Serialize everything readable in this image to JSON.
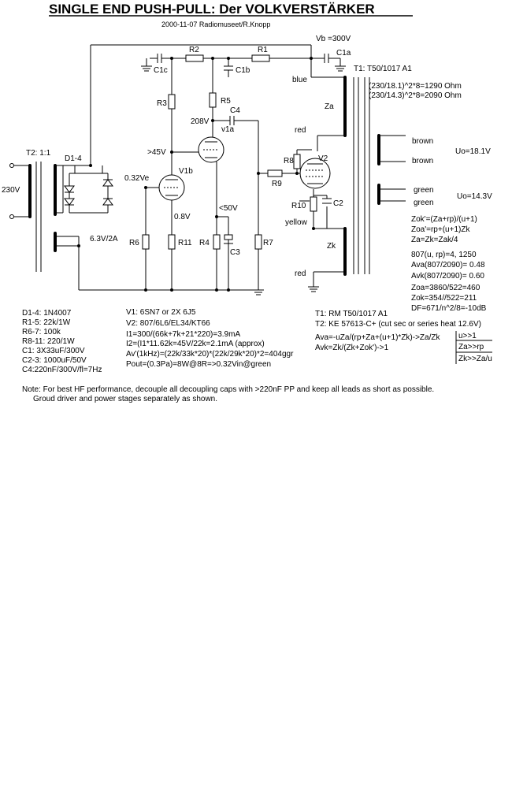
{
  "title": "SINGLE END PUSH-PULL: Der VOLKVERSTÄRKER",
  "subtitle": "2000-11-07 Radiomuseet/R.Knopp",
  "labels": {
    "vb": "Vb =300V",
    "c1a": "C1a",
    "t1": "T1: T50/1017 A1",
    "z1": "(230/18.1)^2*8=1290 Ohm",
    "z2": "(230/14.3)^2*8=2090 Ohm",
    "blue": "blue",
    "za": "Za",
    "red_top": "red",
    "brown1": "brown",
    "brown2": "brown",
    "uo1": "Uo=18.1V",
    "green1": "green",
    "green2": "green",
    "uo2": "Uo=14.3V",
    "yellow": "yellow",
    "zk": "Zk",
    "red_bot": "red",
    "r1": "R1",
    "r2": "R2",
    "c1c": "C1c",
    "c1b": "C1b",
    "r3": "R3",
    "r5": "R5",
    "c4": "C4",
    "v208": "208V",
    "v1a": "v1a",
    "v45": ">45V",
    "v1b": "V1b",
    "v032": "0.32Ve",
    "v08": "0.8V",
    "v50": "<50V",
    "r6": "R6",
    "r11": "R11",
    "r4": "R4",
    "c3": "C3",
    "r7": "R7",
    "r8": "R8",
    "v2": "V2",
    "r9": "R9",
    "r10": "R10",
    "c2": "C2",
    "t2": "T2: 1:1",
    "d14": "D1-4",
    "v230": "230V",
    "v63": "6.3V/2A"
  },
  "formulas": {
    "zoka": "Zok'=(Za+rp)/(u+1)",
    "zoa": "Zoa'=rp+(u+1)Zk",
    "za_eq": "Za=Zk=Zak/4",
    "f807": "807(u, rp)=4, 1250",
    "ava": "Ava(807/2090)= 0.48",
    "avk": "Avk(807/2090)= 0.60",
    "zoa2": "Zoa=3860/522=460",
    "zok2": "Zok=354//522=211",
    "df": "DF=671/n^2/8=-10dB"
  },
  "parts": [
    "D1-4: 1N4007",
    "R1-5: 22k/1W",
    "R6-7: 100k",
    "R8-11: 220/1W",
    "C1: 3X33uF/300V",
    "C2-3: 1000uF/50V",
    "C4:220nF/300V/fl=7Hz"
  ],
  "notes_mid": [
    "V1: 6SN7 or 2X 6J5",
    "V2: 807/6L6/EL34/KT66",
    "I1=300/(66k+7k+21*220)=3.9mA",
    "I2=(I1*11.62k=45V/22k=2.1mA (approx)",
    "Av'(1kHz)=(22k/33k*20)*(22k/29k*20)*2=404ggr",
    "Pout=(0.3Pa)=8W@8R=>0.32Vin@green"
  ],
  "notes_right": {
    "t1": "T1: RM T50/1017 A1",
    "t2": "T2: KE 57613-C+ (cut sec or series heat 12.6V)",
    "ava": "Ava=-uZa/(rp+Za+(u+1)*Zk)->Za/Zk",
    "avk": "Avk=Zk/(Zk+Zok')->1",
    "c1": "u>>1",
    "c2": "Za>>rp",
    "c3": "Zk>>Za/u"
  },
  "note": [
    "Note: For best HF performance, decouple all decoupling caps with >220nF PP and keep all leads as short as possible.",
    "Groud driver and power stages separately as shown."
  ]
}
